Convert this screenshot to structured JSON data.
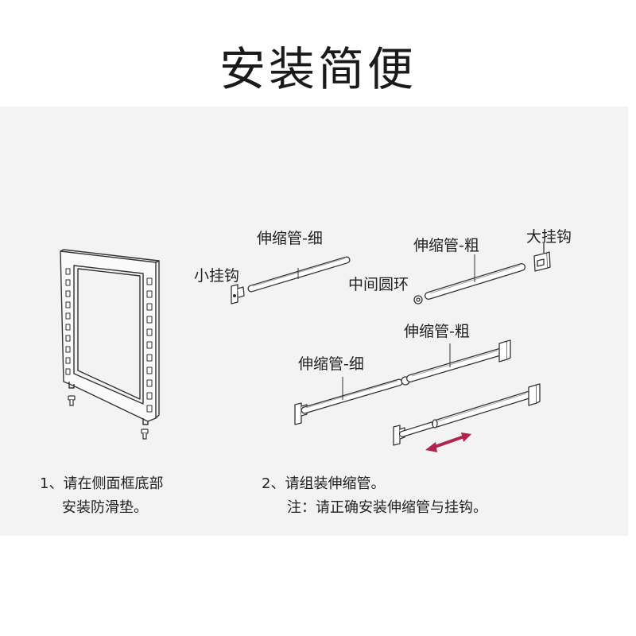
{
  "title": "安装简便",
  "labels": {
    "small_hook": "小挂钩",
    "thin_tube_top": "伸缩管-细",
    "thick_tube_top": "伸缩管-粗",
    "big_hook": "大挂钩",
    "middle_ring": "中间圆环",
    "thick_tube_mid": "伸缩管-粗",
    "thin_tube_mid": "伸缩管-细"
  },
  "steps": {
    "step1_line1": "1、请在侧面框底部",
    "step1_line2": "安装防滑垫。",
    "step2_line1": "2、请组装伸缩管。",
    "step2_line2": "注：请正确安装伸缩管与挂钩。"
  },
  "colors": {
    "panel_bg": "#f3f3f3",
    "line": "#333333",
    "arrow": "#b0244f"
  },
  "icons": [
    "frame-icon",
    "anti-slip-pad-icon",
    "hook-icon",
    "ring-icon",
    "tube-icon",
    "double-arrow-icon"
  ]
}
